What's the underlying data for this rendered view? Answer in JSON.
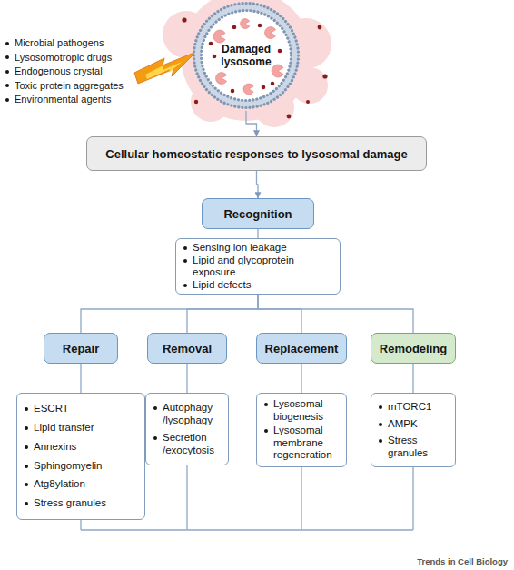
{
  "diagram": {
    "nodes": [
      {
        "text": [
          "Damaged lysosome"
        ]
      },
      {
        "text": [
          "Cellular homeostatic responses to lysosomal damage"
        ]
      },
      {
        "text": [
          "Recognition"
        ]
      },
      {
        "text": [
          "Sensing ion leakage",
          "Lipid and glycoprotein exposure",
          "Lipid defects"
        ]
      },
      {
        "text": [
          "Repair"
        ]
      },
      {
        "text": [
          "Removal"
        ]
      },
      {
        "text": [
          "Replacement"
        ]
      },
      {
        "text": [
          "Remodeling"
        ]
      },
      {
        "text": [
          "ESCRT",
          "Lipid transfer",
          "Annexins",
          "Sphingomyelin",
          "Atg8ylation",
          "Stress granules"
        ]
      },
      {
        "text": [
          "Autophagy /lysophagy",
          "Secretion /exocytosis"
        ]
      },
      {
        "text": [
          "Lysosomal biogenesis",
          "Lysosomal membrane regeneration"
        ]
      },
      {
        "text": [
          "mTORC1",
          "AMPK",
          "Stress granules"
        ]
      }
    ],
    "edges": [
      {
        "from": 0,
        "to": 1,
        "arrow": "to"
      },
      {
        "from": 1,
        "to": 2,
        "arrow": "to"
      },
      {
        "from": 2,
        "to": 3,
        "arrow": "none"
      },
      {
        "from": 3,
        "to": 4,
        "arrow": "none"
      },
      {
        "from": 3,
        "to": 5,
        "arrow": "none"
      },
      {
        "from": 3,
        "to": 6,
        "arrow": "none"
      },
      {
        "from": 3,
        "to": 7,
        "arrow": "none"
      },
      {
        "from": 4,
        "to": 8,
        "arrow": "none"
      },
      {
        "from": 5,
        "to": 9,
        "arrow": "none"
      },
      {
        "from": 6,
        "to": 10,
        "arrow": "none"
      },
      {
        "from": 7,
        "to": 11,
        "arrow": "none"
      }
    ],
    "labels": [
      "Microbial pathogens",
      "Lysosomotropic drugs",
      "Endogenous crystal",
      "Toxic protein aggregates",
      "Environmental agents",
      "Trends in Cell Biology"
    ]
  }
}
